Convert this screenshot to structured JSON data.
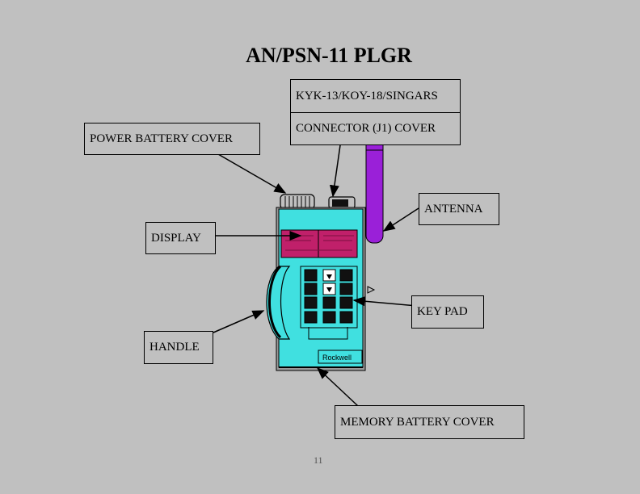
{
  "title": "AN/PSN-11  PLGR",
  "labels": {
    "kyk": "KYK-13/KOY-18/SINGARS",
    "connector": "CONNECTOR (J1) COVER",
    "power_battery": "POWER BATTERY COVER",
    "antenna": "ANTENNA",
    "display": "DISPLAY",
    "keypad": "KEY PAD",
    "handle": "HANDLE",
    "memory_battery": "MEMORY BATTERY COVER"
  },
  "brand": "Rockwell",
  "page_number": "11",
  "colors": {
    "background": "#c0c0c0",
    "device_body": "#40e0e0",
    "display": "#c0206a",
    "antenna": "#9a20d8"
  }
}
